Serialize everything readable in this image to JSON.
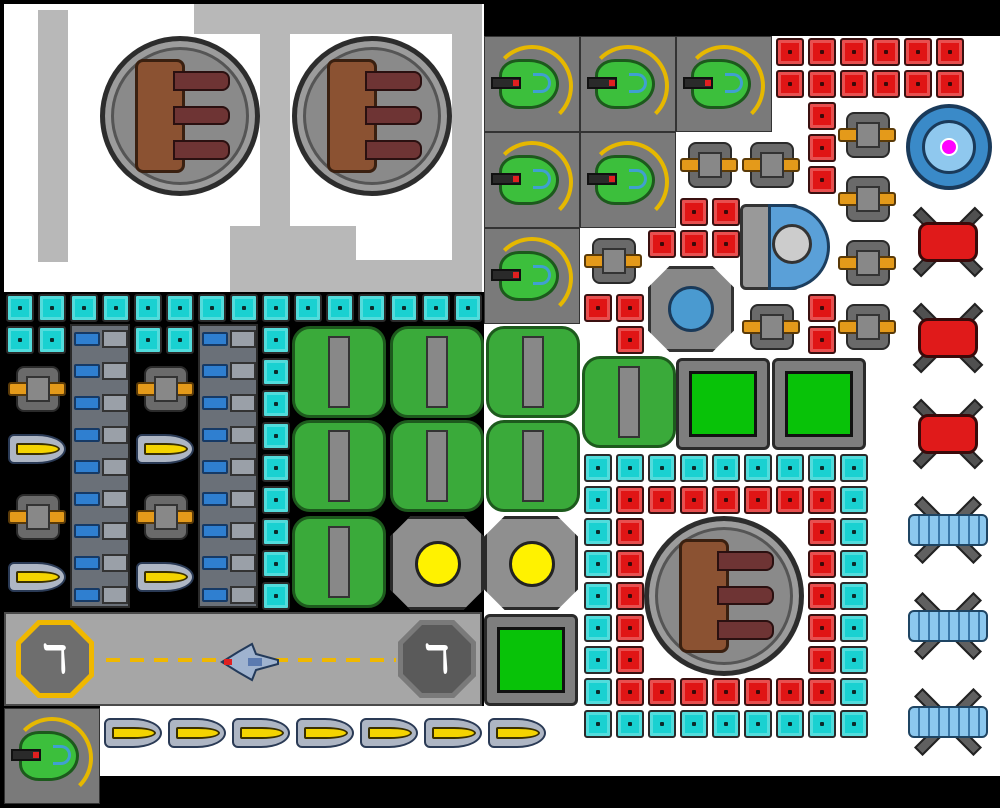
{
  "scene": {
    "name": "ship-builder-layout",
    "background": "#000000",
    "floor_color": "#ffffff",
    "corridor_color": "#b8b8b8"
  },
  "runway": {
    "left_pad_label": "ℸ",
    "right_pad_label": "ℸ",
    "left_pad_color": "#f0b800",
    "right_pad_color": "#7a7a7a",
    "lane_color": "#f0b800"
  },
  "palette": {
    "cyan_block": "#19d1d1",
    "red_block": "#e01515",
    "fighter_hull": "#3cbf3c",
    "reactor_core": "#fff200",
    "green_pad": "#08c208",
    "brown_cannon": "#8b5232",
    "portal_core": "#ff00ff"
  },
  "icons": {
    "rotary_cannon": "rotary-cannon-icon",
    "fighter": "green-fighter-icon",
    "orange_turret": "orange-turret-icon",
    "dart": "yellow-dart-icon",
    "reactor": "yellow-reactor-icon",
    "pad": "green-pad-icon",
    "red_shield": "red-shield-icon",
    "blue_coil": "blue-coil-icon",
    "cockpit": "cockpit-icon",
    "portal": "portal-icon",
    "hub": "hub-icon",
    "ship": "small-ship-icon"
  }
}
